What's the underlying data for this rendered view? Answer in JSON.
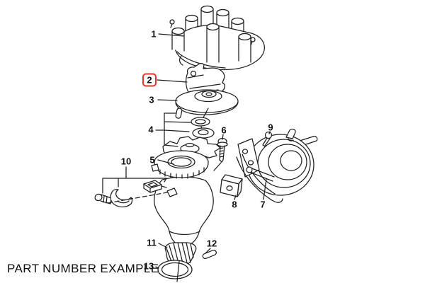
{
  "figure": {
    "caption": "PART NUMBER EXAMPLE",
    "callouts": [
      {
        "num": "1"
      },
      {
        "num": "2",
        "highlighted": true
      },
      {
        "num": "3"
      },
      {
        "num": "4"
      },
      {
        "num": "5"
      },
      {
        "num": "6"
      },
      {
        "num": "7"
      },
      {
        "num": "8"
      },
      {
        "num": "9"
      },
      {
        "num": "10"
      },
      {
        "num": "11"
      },
      {
        "num": "12"
      },
      {
        "num": "13"
      }
    ]
  },
  "colors": {
    "ink": "#1f1f1f",
    "highlight": "#e2342a",
    "paper": "#ffffff"
  }
}
